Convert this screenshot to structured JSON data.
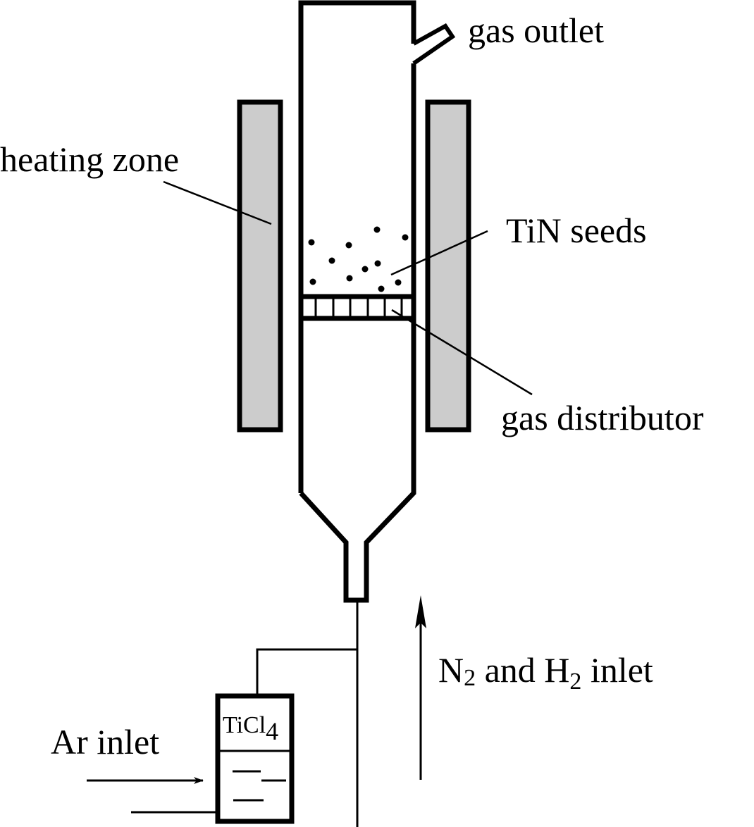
{
  "diagram": {
    "type": "fluidized-bed reactor schematic",
    "colors": {
      "stroke": "#000000",
      "heater_fill": "#cccccc",
      "background": "#ffffff"
    },
    "labels": {
      "gas_outlet": "gas outlet",
      "heating_zone": "heating zone",
      "tin_seeds": "TiN seeds",
      "gas_distributor": "gas distributor",
      "n2_h2_inlet": {
        "n": "N",
        "n_sub": "2",
        "and": " and H",
        "h_sub": "2",
        "rest": " inlet"
      },
      "ar_inlet": "Ar inlet",
      "ticl4": {
        "base": "TiCl",
        "sub": "4"
      }
    },
    "components": [
      "reactor-tube",
      "gas-outlet-pipe",
      "heating-zone-left",
      "heating-zone-right",
      "seed-particles",
      "gas-distributor",
      "conical-bottom",
      "inlet-neck",
      "feed-line",
      "ticl4-bubbler",
      "ar-inlet-arrow",
      "n2-h2-inlet-arrow"
    ]
  }
}
